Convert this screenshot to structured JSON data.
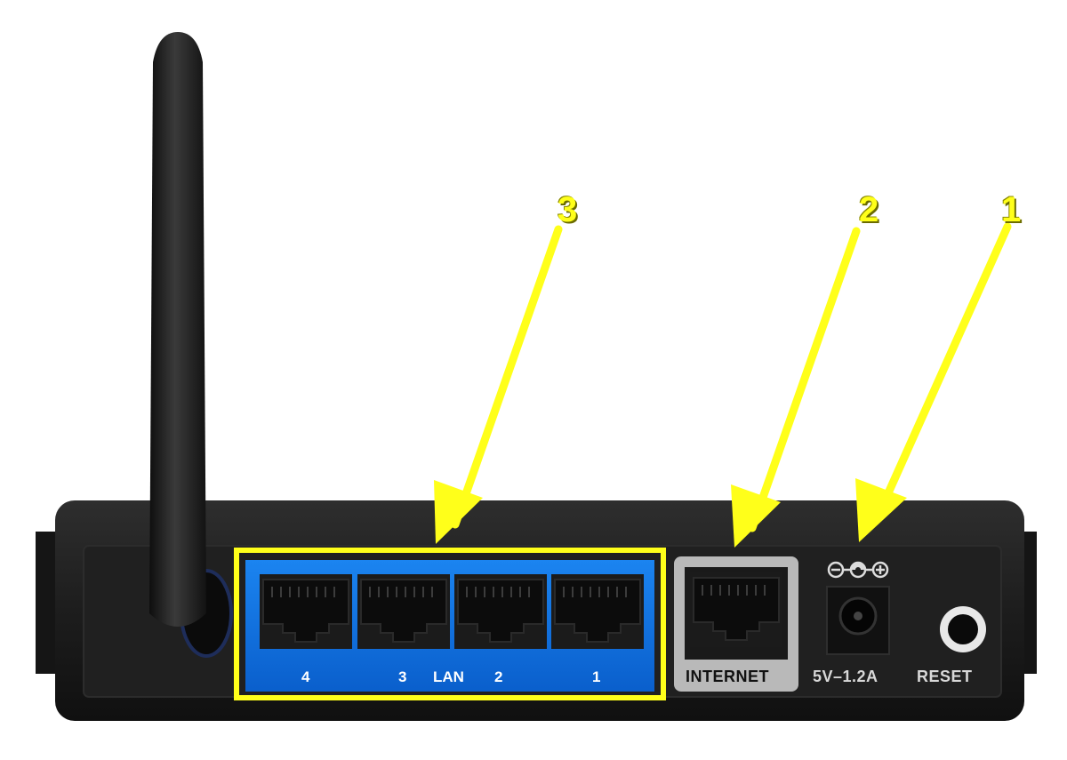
{
  "lan": {
    "port_labels": [
      "4",
      "3",
      "2",
      "1"
    ],
    "group_label": "LAN"
  },
  "internet": {
    "label": "INTERNET"
  },
  "power": {
    "rating": "5V–1.2A",
    "polarity": "⊖–●–⊕"
  },
  "reset": {
    "label": "RESET"
  },
  "callouts": [
    {
      "number": "3",
      "target": "lan-ports"
    },
    {
      "number": "2",
      "target": "internet-port"
    },
    {
      "number": "1",
      "target": "power-jack"
    }
  ],
  "colors": {
    "callout": "#ffff1a",
    "lan_panel": "#0a6fe0",
    "router_body": "#1c1c1c",
    "internet_frame": "#b8b8b8"
  }
}
